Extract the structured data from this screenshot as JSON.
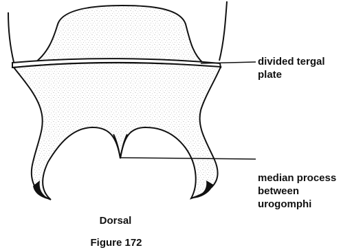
{
  "labels": {
    "tergal_line1": "divided tergal",
    "tergal_line2": "plate",
    "median_line1": "median process",
    "median_line2": "between",
    "median_line3": "urogomphi"
  },
  "captions": {
    "view": "Dorsal",
    "figure": "Figure 172"
  },
  "colors": {
    "ink": "#111111",
    "stipple": "#8a8a8a",
    "background": "#ffffff"
  }
}
